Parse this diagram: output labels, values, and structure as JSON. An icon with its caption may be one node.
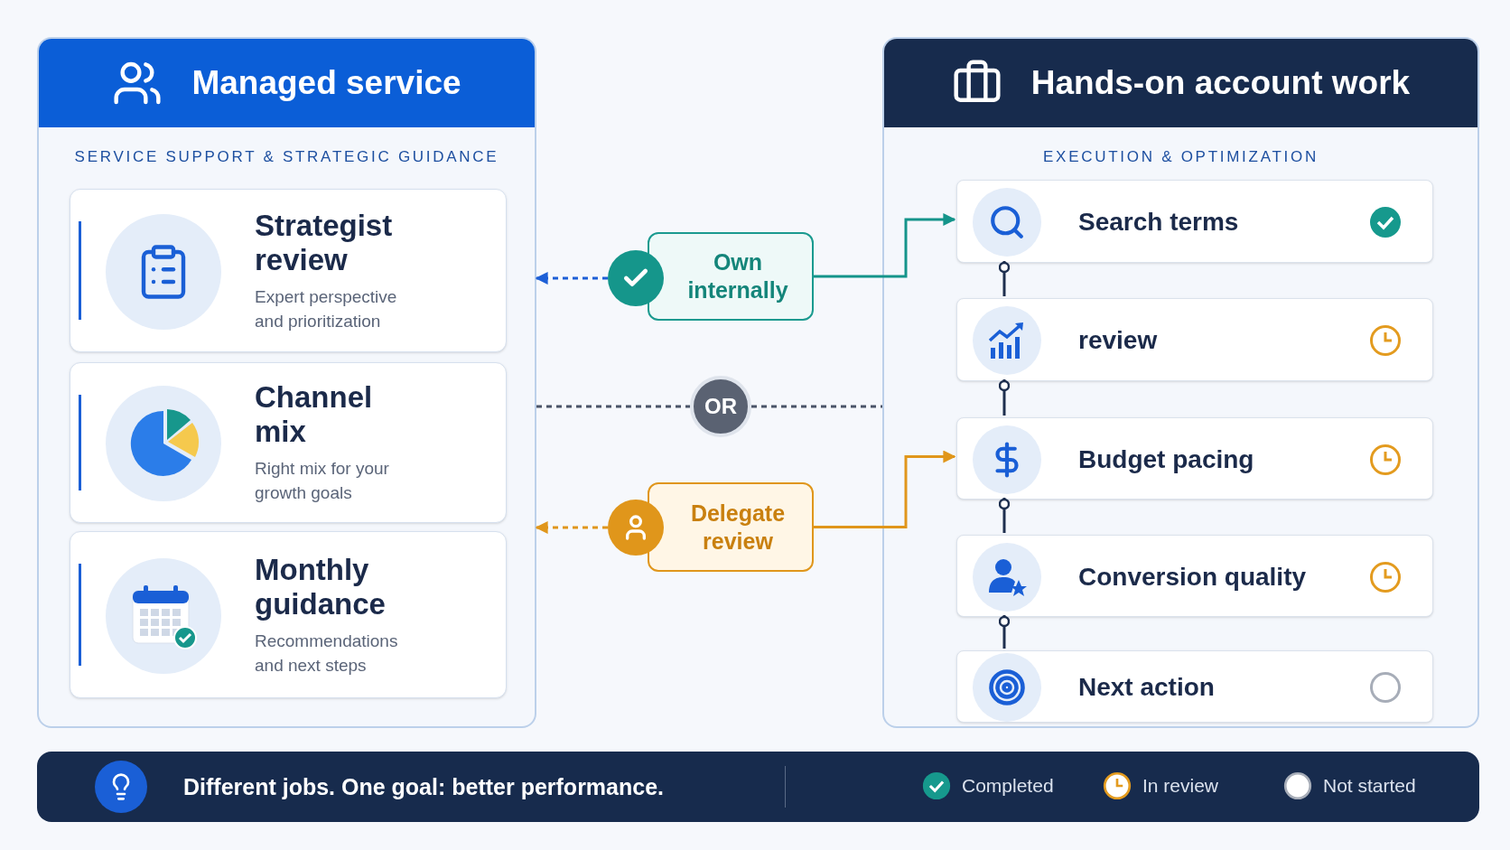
{
  "diagram": {
    "nodes": [
      {
        "text": [
          "Managed service",
          "SERVICE SUPPORT & STRATEGIC GUIDANCE"
        ]
      },
      {
        "text": [
          "Strategist review",
          "Expert perspective and prioritization"
        ],
        "in": 0
      },
      {
        "text": [
          "Channel mix",
          "Right mix for your growth goals"
        ],
        "in": 0
      },
      {
        "text": [
          "Monthly guidance",
          "Recommendations and next steps"
        ],
        "in": 0
      },
      {
        "text": [
          "Hands-on account work",
          "EXECUTION & OPTIMIZATION"
        ]
      },
      {
        "text": [
          "Search terms"
        ],
        "in": 4
      },
      {
        "text": [
          "review"
        ],
        "in": 4
      },
      {
        "text": [
          "Budget pacing"
        ],
        "in": 4
      },
      {
        "text": [
          "Conversion quality"
        ],
        "in": 4
      },
      {
        "text": [
          "Next action"
        ],
        "in": 4
      },
      {
        "text": [],
        "shape": "circle"
      },
      {
        "text": [
          "Own internally"
        ]
      },
      {
        "text": [
          "OR"
        ]
      },
      {
        "text": [],
        "shape": "circle"
      },
      {
        "text": [
          "Delegate review"
        ]
      },
      {
        "text": [
          "Different jobs. One goal: better performance."
        ]
      }
    ],
    "edges": [
      {
        "from": 10,
        "to": 0,
        "arrow": "to",
        "style": "dashed",
        "color": "#1d5fd6"
      },
      {
        "from": 11,
        "to": 5,
        "arrow": "to",
        "color": "#14948a"
      },
      {
        "from": 0,
        "to": 12,
        "arrow": "none",
        "style": "dashed",
        "color": "#4a5468"
      },
      {
        "from": 12,
        "to": 4,
        "arrow": "none",
        "style": "dashed",
        "color": "#4a5468"
      },
      {
        "from": 13,
        "to": 0,
        "arrow": "to",
        "style": "dashed",
        "color": "#e0961b"
      },
      {
        "from": 14,
        "to": 7,
        "arrow": "to",
        "color": "#e0961b"
      },
      {
        "from": 5,
        "to": 6,
        "arrow": "other",
        "color": "#1e2f4f"
      },
      {
        "from": 6,
        "to": 7,
        "arrow": "other",
        "color": "#1e2f4f"
      },
      {
        "from": 7,
        "to": 8,
        "arrow": "other",
        "color": "#1e2f4f"
      },
      {
        "from": 8,
        "to": 9,
        "arrow": "other",
        "color": "#1e2f4f"
      }
    ],
    "legend": [
      {
        "text": "Completed",
        "color": "#16998d"
      },
      {
        "text": "In review",
        "color": "#e39b1f"
      },
      {
        "text": "Not started",
        "color": "#ffffff"
      }
    ]
  }
}
